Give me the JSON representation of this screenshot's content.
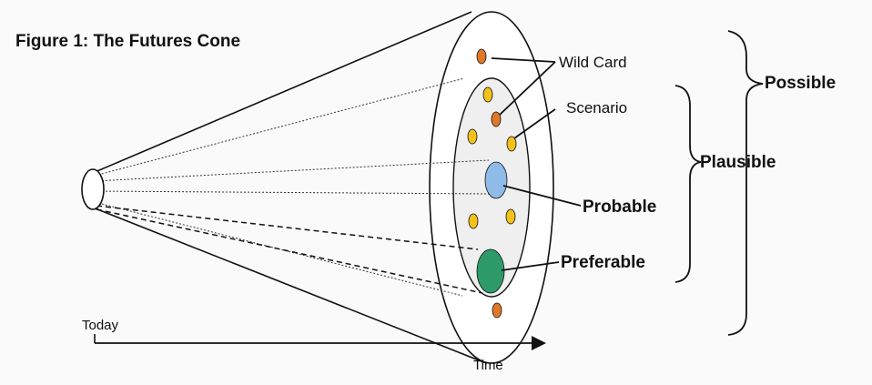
{
  "figure": {
    "title": "Figure 1: The Futures Cone"
  },
  "labels": {
    "wild_card": "Wild Card",
    "scenario": "Scenario",
    "probable": "Probable",
    "preferable": "Preferable",
    "plausible": "Plausible",
    "possible": "Possible"
  },
  "axis": {
    "start_label": "Today",
    "end_label": "Time"
  },
  "colors": {
    "outline": "#111111",
    "plausible_fill": "#efefef",
    "wild_card_dot": "#e0782a",
    "scenario_dot": "#f2c21b",
    "probable_dot": "#8fbbe8",
    "preferable_dot": "#2e9a6a"
  }
}
